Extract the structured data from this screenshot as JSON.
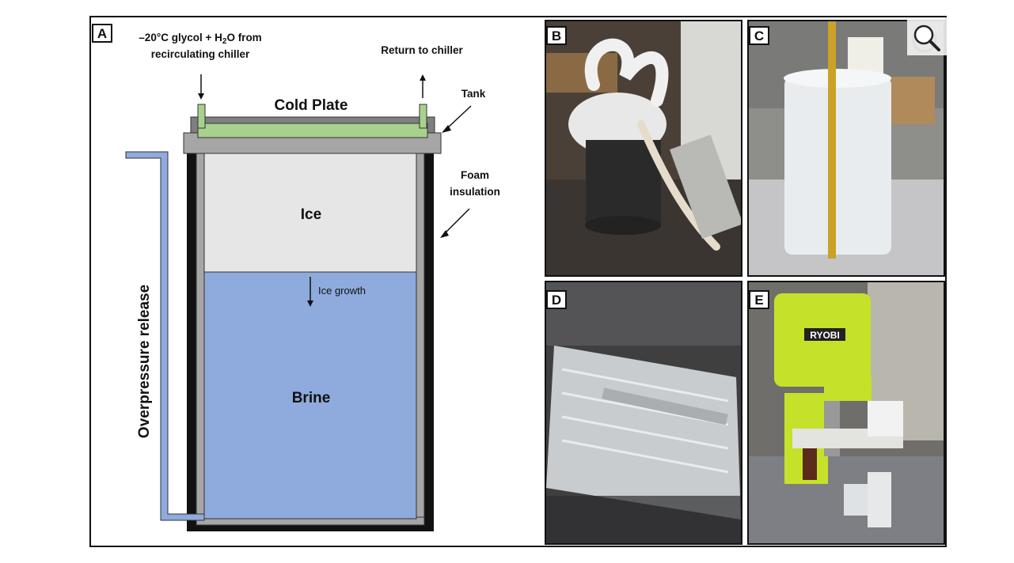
{
  "panels": {
    "a": "A",
    "b": "B",
    "c": "C",
    "d": "D",
    "e": "E"
  },
  "diagram": {
    "inflow_line1": "–20°C glycol + H",
    "inflow_sub": "2",
    "inflow_line1_end": "O from",
    "inflow_line2": "recirculating chiller",
    "return": "Return to chiller",
    "tank": "Tank",
    "foam_line1": "Foam",
    "foam_line2": "insulation",
    "cold_plate": "Cold Plate",
    "ice": "Ice",
    "ice_growth": "Ice growth",
    "brine": "Brine",
    "overpressure": "Overpressure release"
  },
  "photos": {
    "e_brand": "RYOBI"
  },
  "colors": {
    "brine": "#8faadc",
    "ice": "#e6e6e6",
    "cold_plate": "#a9d18e",
    "tank": "#a6a6a6",
    "foam": "#111111",
    "pipe": "#8faadc"
  }
}
